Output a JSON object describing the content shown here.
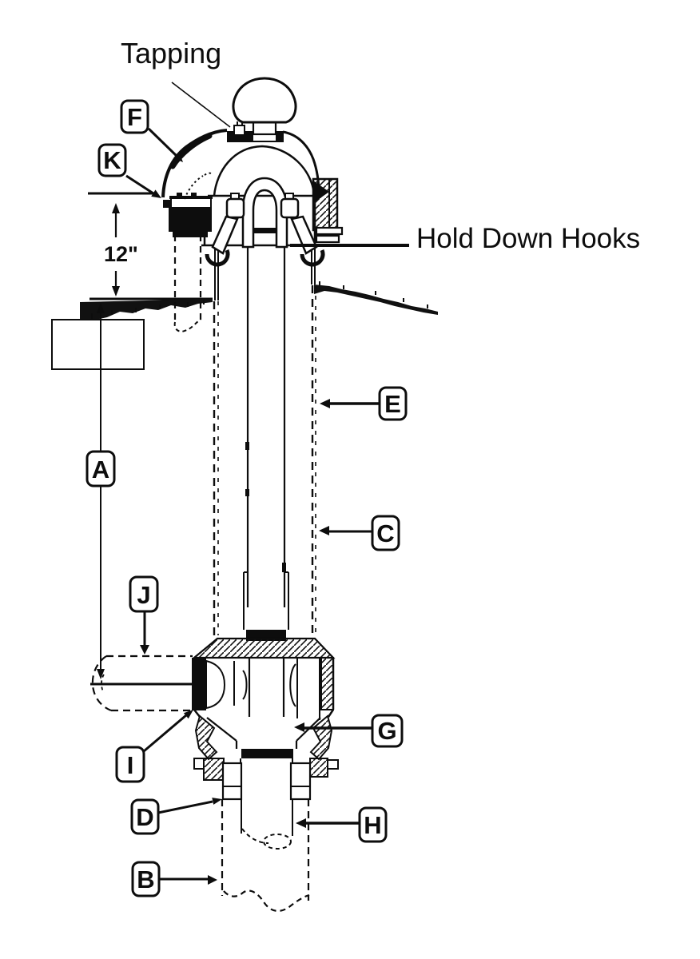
{
  "callouts": {
    "tapping": "Tapping",
    "hold_down_hooks": "Hold Down Hooks",
    "depth": "12\""
  },
  "labels": {
    "A": "A",
    "B": "B",
    "C": "C",
    "D": "D",
    "E": "E",
    "F": "F",
    "G": "G",
    "H": "H",
    "I": "I",
    "J": "J",
    "K": "K"
  }
}
